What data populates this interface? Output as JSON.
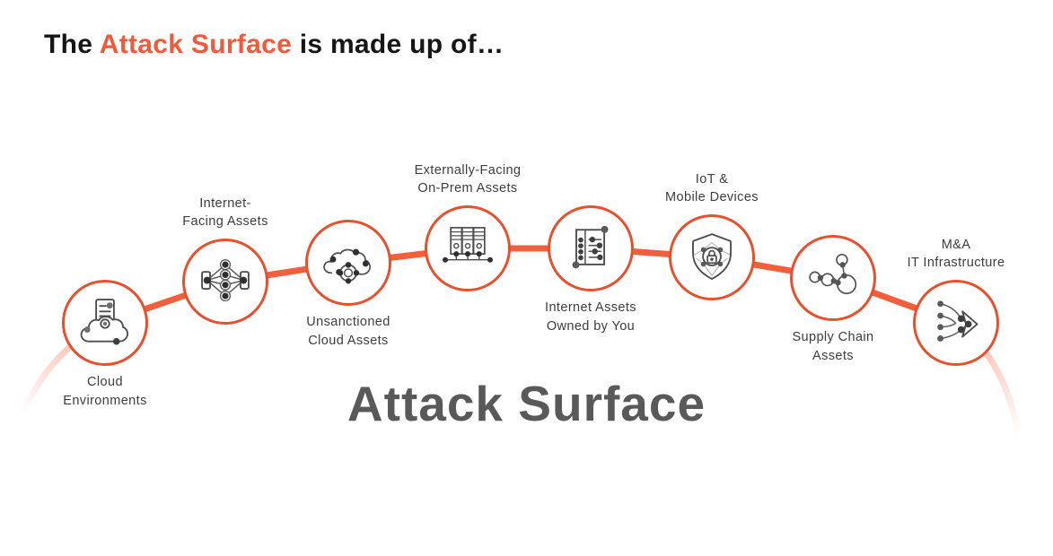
{
  "header": {
    "prefix": "The ",
    "highlight": "Attack Surface",
    "suffix": " is made up of…"
  },
  "diagram": {
    "center_title": "Attack Surface",
    "nodes": [
      {
        "label": "Cloud\nEnvironments",
        "icon": "cloud-server-icon",
        "label_position": "below"
      },
      {
        "label": "Internet-\nFacing Assets",
        "icon": "network-mesh-icon",
        "label_position": "above"
      },
      {
        "label": "Unsanctioned\nCloud Assets",
        "icon": "cloud-nodes-icon",
        "label_position": "below"
      },
      {
        "label": "Externally-Facing\nOn-Prem Assets",
        "icon": "server-racks-icon",
        "label_position": "above"
      },
      {
        "label": "Internet Assets\nOwned by You",
        "icon": "asset-list-icon",
        "label_position": "below"
      },
      {
        "label": "IoT &\nMobile Devices",
        "icon": "shield-lock-icon",
        "label_position": "above"
      },
      {
        "label": "Supply Chain\nAssets",
        "icon": "supply-chain-icon",
        "label_position": "below"
      },
      {
        "label": "M&A\nIT Infrastructure",
        "icon": "merge-arrow-icon",
        "label_position": "above"
      }
    ]
  },
  "colors": {
    "accent_orange": "#F05A3B",
    "circle_border": "#E8502D",
    "connector": "#F0603C",
    "title_gray": "#595959",
    "icon_stroke": "#4e4e4e"
  }
}
